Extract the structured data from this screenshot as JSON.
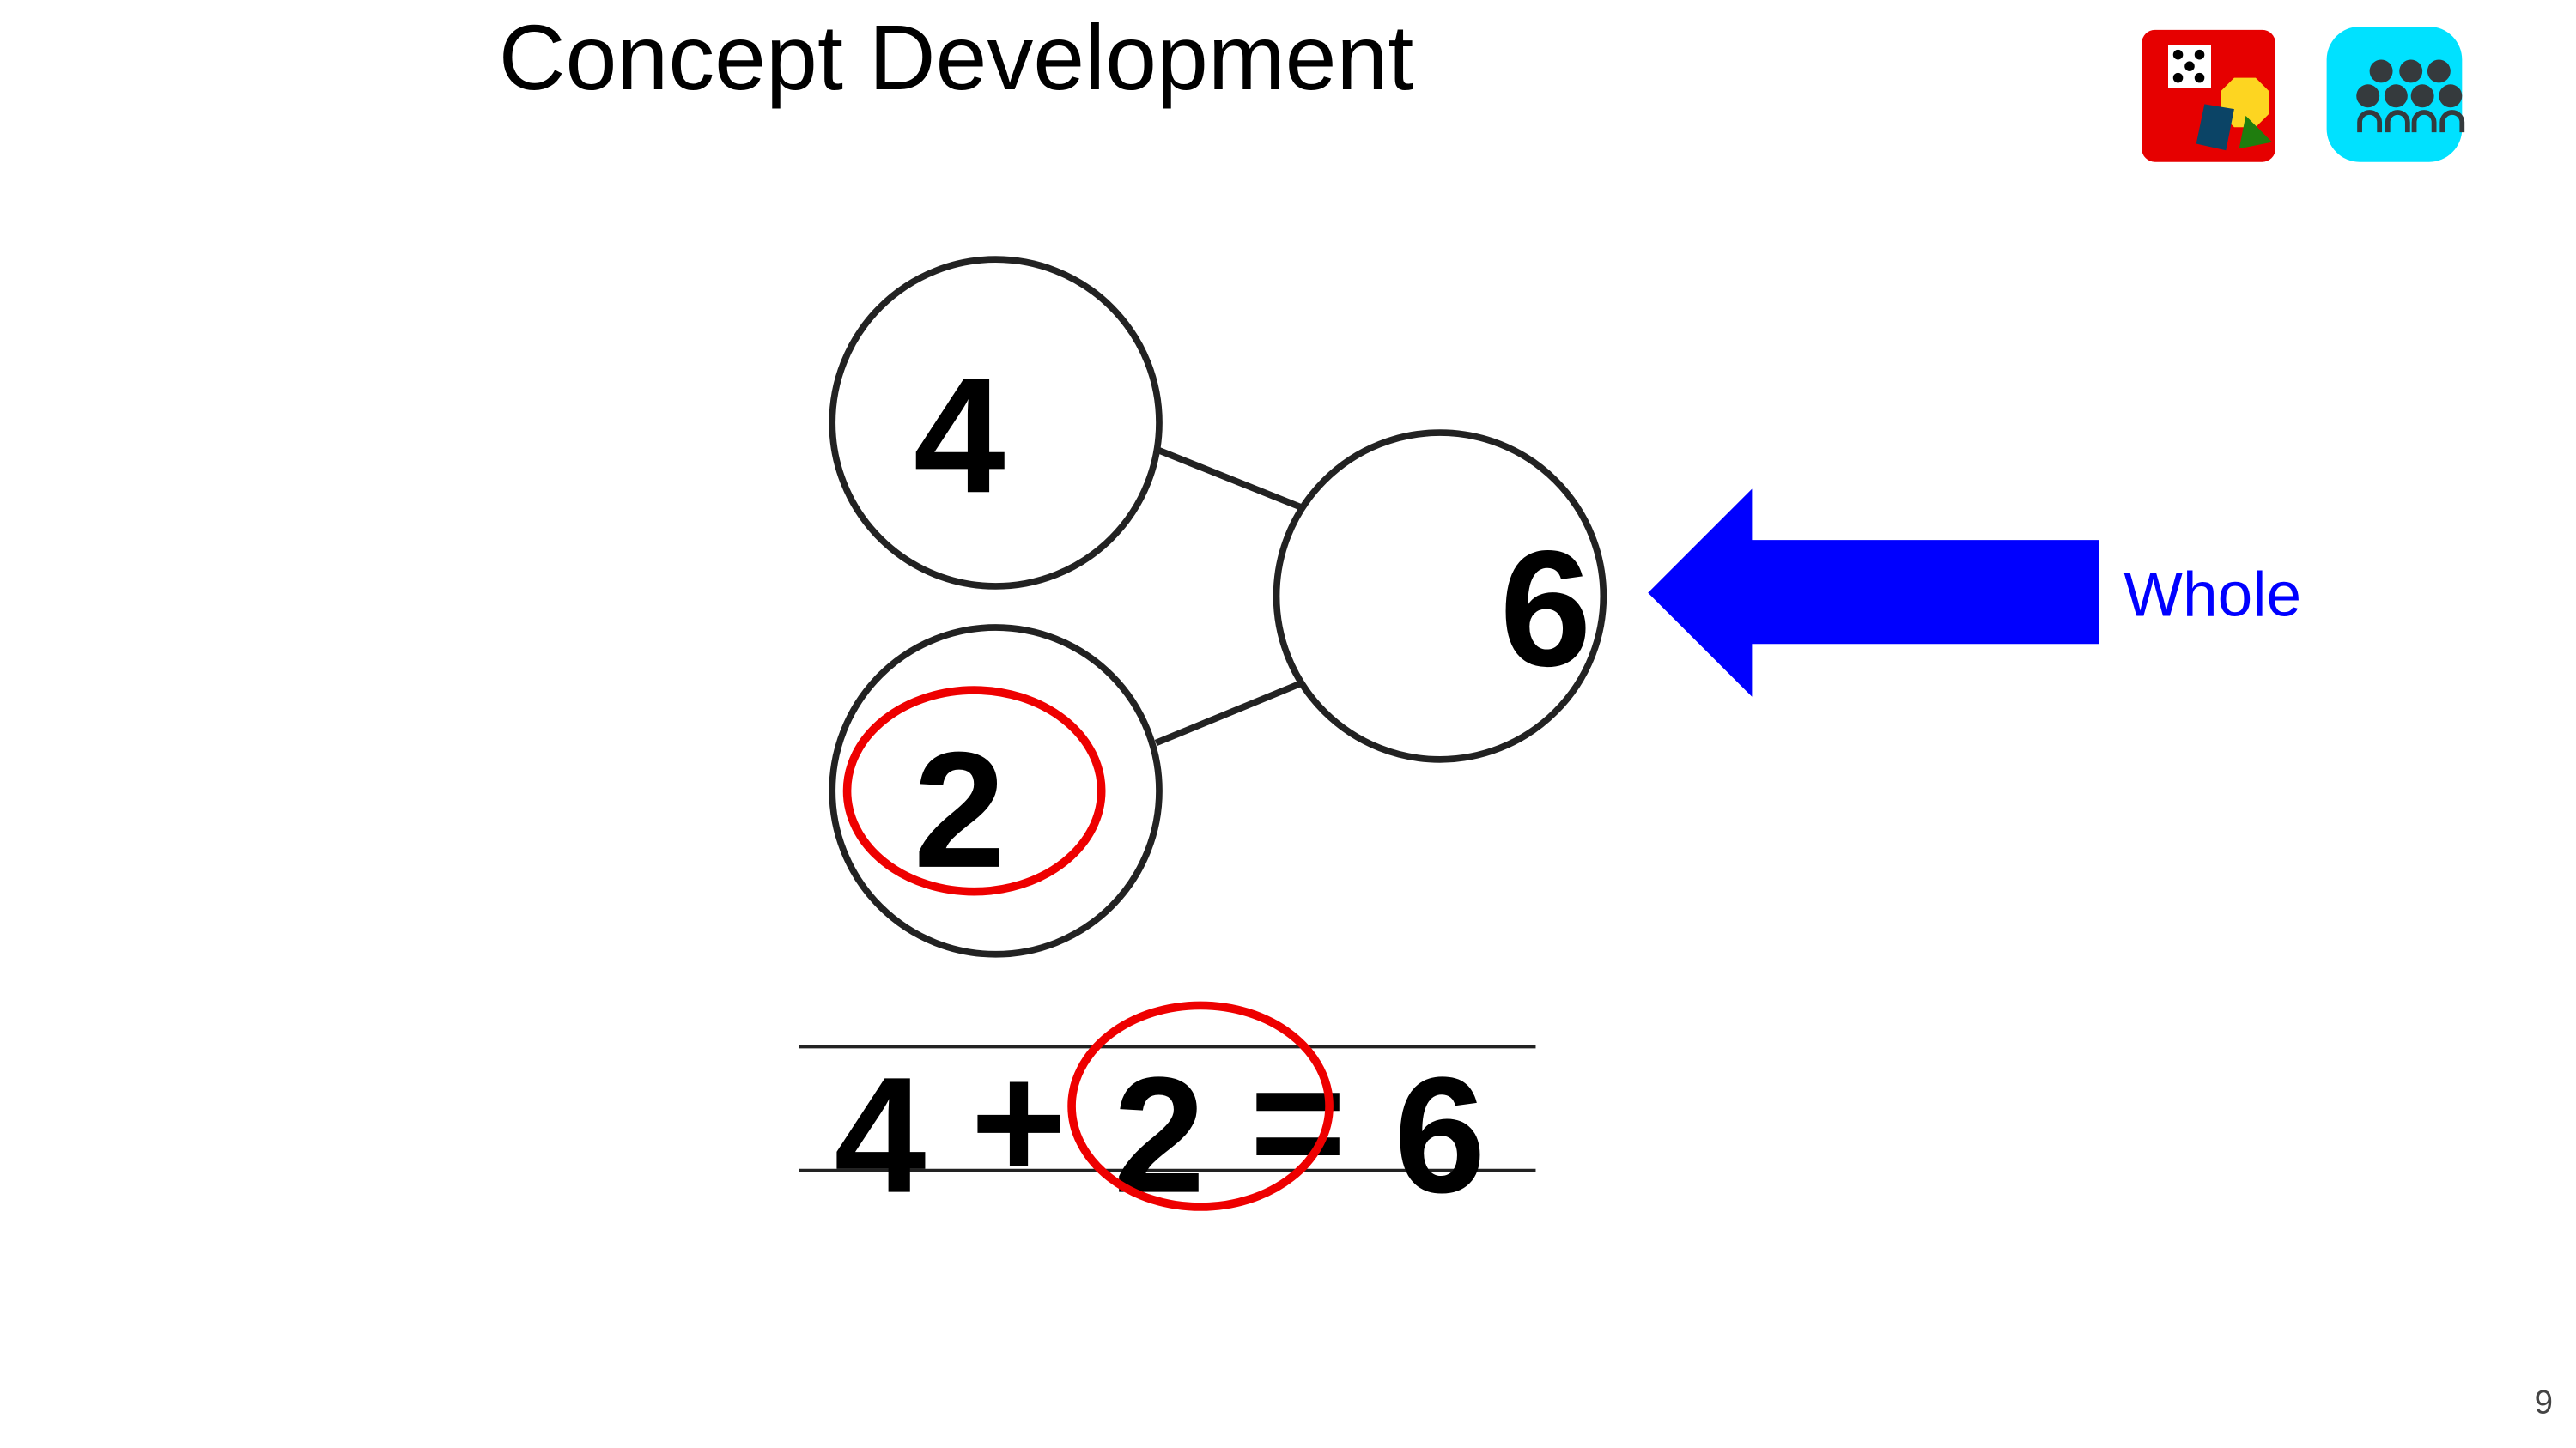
{
  "slide": {
    "title": "Concept Development",
    "page_number": "9"
  },
  "icons": {
    "manipulatives": "manipulatives-icon",
    "whole_class": "whole-class-icon"
  },
  "number_bond": {
    "part_top": "4",
    "part_bottom": "2",
    "whole": "6"
  },
  "equation": {
    "addend1": "4",
    "plus": "+",
    "addend2": "2",
    "equals": "=",
    "sum": "6"
  },
  "annotation": {
    "label": "Whole",
    "color": "#0000ff",
    "highlight_color": "#ee0000"
  }
}
